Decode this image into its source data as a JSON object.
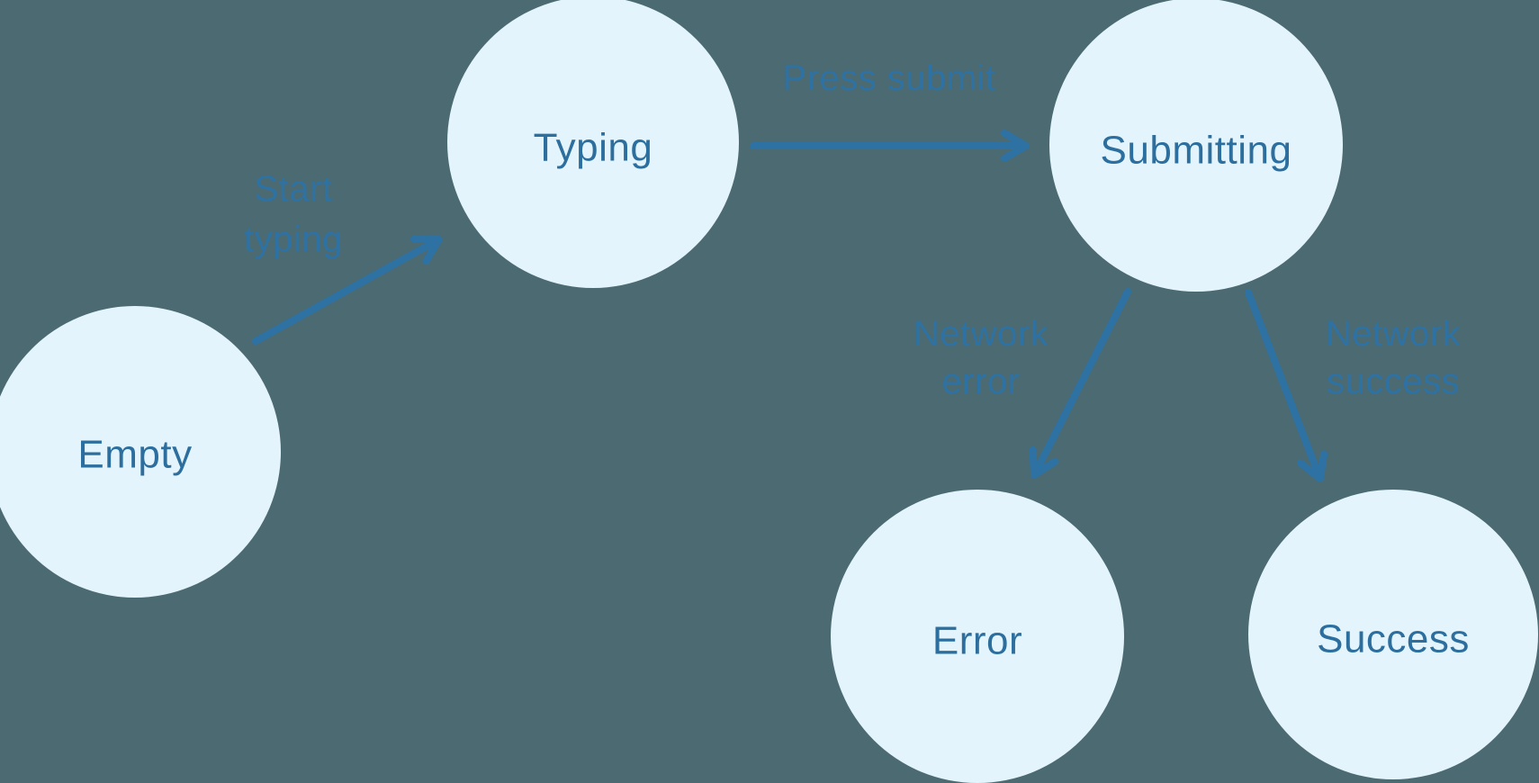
{
  "diagram": {
    "type": "state-machine",
    "colors": {
      "background": "#4B6A72",
      "node_fill": "#E4F4FD",
      "node_text": "#2C6F9F",
      "edge": "#2E72A4"
    },
    "nodes": [
      {
        "id": "empty",
        "label": "Empty"
      },
      {
        "id": "typing",
        "label": "Typing"
      },
      {
        "id": "submitting",
        "label": "Submitting"
      },
      {
        "id": "error",
        "label": "Error"
      },
      {
        "id": "success",
        "label": "Success"
      }
    ],
    "edges": [
      {
        "from": "empty",
        "to": "typing",
        "label": "Start typing",
        "lines": [
          "Start",
          "typing"
        ]
      },
      {
        "from": "typing",
        "to": "submitting",
        "label": "Press submit",
        "lines": [
          "Press submit"
        ]
      },
      {
        "from": "submitting",
        "to": "error",
        "label": "Network error",
        "lines": [
          "Network",
          "error"
        ]
      },
      {
        "from": "submitting",
        "to": "success",
        "label": "Network success",
        "lines": [
          "Network",
          "success"
        ]
      }
    ]
  }
}
